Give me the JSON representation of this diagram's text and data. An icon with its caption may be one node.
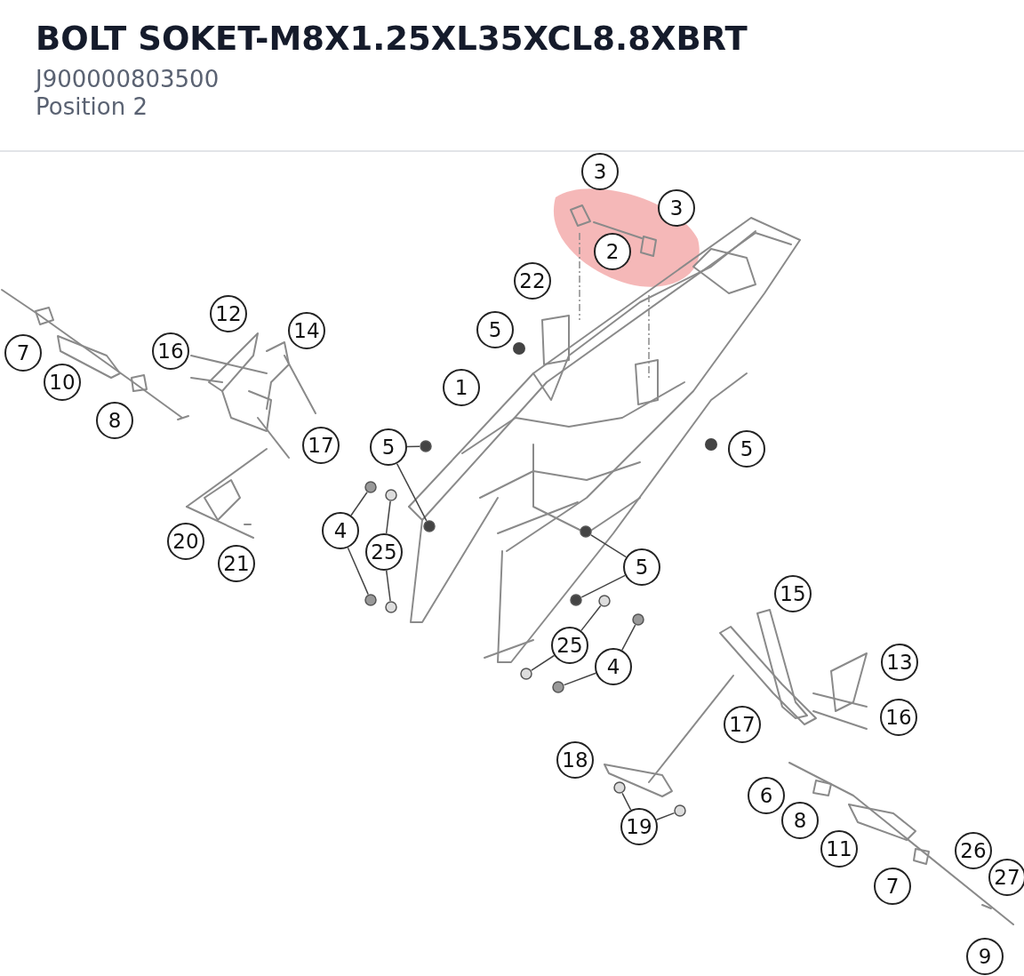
{
  "diagram": {
    "title": "BOLT SOKET-M8X1.25XL35XCL8.8XBRT",
    "nodes": [
      {
        "text": [
          "3"
        ]
      },
      {
        "text": [
          "3"
        ]
      },
      {
        "text": [
          "2"
        ]
      },
      {
        "text": [
          "22"
        ]
      },
      {
        "text": [
          "12"
        ]
      },
      {
        "text": [
          "5"
        ]
      },
      {
        "text": [
          "14"
        ]
      },
      {
        "text": [
          "16"
        ]
      },
      {
        "text": [
          "7"
        ]
      },
      {
        "text": [
          "10"
        ]
      },
      {
        "text": [
          "1"
        ]
      },
      {
        "text": [
          "8"
        ]
      },
      {
        "text": [
          "17"
        ]
      },
      {
        "text": [
          "5"
        ]
      },
      {
        "text": [
          "5"
        ]
      },
      {
        "text": [
          "4"
        ]
      },
      {
        "text": [
          "20"
        ]
      },
      {
        "text": [
          "25"
        ]
      },
      {
        "text": [
          "21"
        ]
      },
      {
        "text": [
          "5"
        ]
      },
      {
        "text": [
          "15"
        ]
      },
      {
        "text": [
          "25"
        ]
      },
      {
        "text": [
          "13"
        ]
      },
      {
        "text": [
          "4"
        ]
      },
      {
        "text": [
          "16"
        ]
      },
      {
        "text": [
          "17"
        ]
      },
      {
        "text": [
          "18"
        ]
      },
      {
        "text": [
          "6"
        ]
      },
      {
        "text": [
          "8"
        ]
      },
      {
        "text": [
          "19"
        ]
      },
      {
        "text": [
          "11"
        ]
      },
      {
        "text": [
          "26"
        ]
      },
      {
        "text": [
          "27"
        ]
      },
      {
        "text": [
          "7"
        ]
      },
      {
        "text": [
          "9"
        ]
      },
      {
        "text": [],
        "shape": "circle"
      },
      {
        "text": [],
        "shape": "circle"
      },
      {
        "text": [],
        "shape": "circle"
      },
      {
        "text": [],
        "shape": "circle"
      },
      {
        "text": [],
        "shape": "circle"
      },
      {
        "text": [],
        "shape": "circle"
      },
      {
        "text": [],
        "shape": "circle"
      },
      {
        "text": [],
        "shape": "circle"
      },
      {
        "text": [],
        "shape": "circle"
      },
      {
        "text": [],
        "shape": "circle"
      },
      {
        "text": [],
        "shape": "circle"
      },
      {
        "text": [],
        "shape": "circle"
      },
      {
        "text": [],
        "shape": "circle"
      },
      {
        "text": [],
        "shape": "circle"
      }
    ],
    "edges": [
      {
        "from": 13,
        "to": 35,
        "arrow": "none"
      },
      {
        "from": 13,
        "to": 36,
        "arrow": "none"
      },
      {
        "from": 15,
        "to": 37,
        "arrow": "none"
      },
      {
        "from": 15,
        "to": 38,
        "arrow": "none"
      },
      {
        "from": 17,
        "to": 39,
        "arrow": "none"
      },
      {
        "from": 17,
        "to": 40,
        "arrow": "none"
      },
      {
        "from": 19,
        "to": 41,
        "arrow": "none"
      },
      {
        "from": 19,
        "to": 42,
        "arrow": "none"
      },
      {
        "from": 21,
        "to": 43,
        "arrow": "none"
      },
      {
        "from": 21,
        "to": 44,
        "arrow": "none"
      },
      {
        "from": 23,
        "to": 45,
        "arrow": "none"
      },
      {
        "from": 23,
        "to": 46,
        "arrow": "none"
      },
      {
        "from": 29,
        "to": 47,
        "arrow": "none"
      },
      {
        "from": 29,
        "to": 48,
        "arrow": "none"
      }
    ],
    "labels": [
      "J900000803500",
      "Position 2"
    ]
  }
}
